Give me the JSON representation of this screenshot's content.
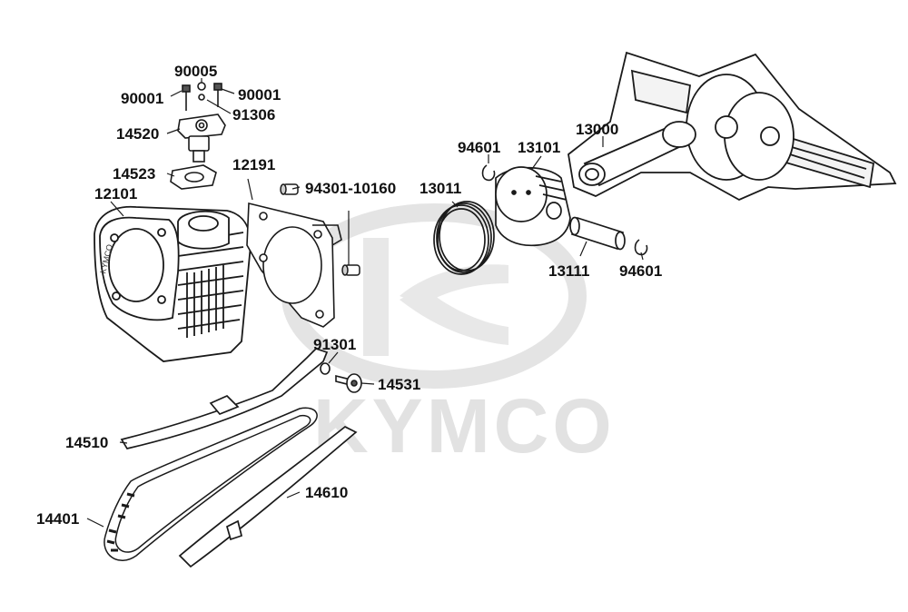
{
  "watermark": {
    "text": "KYMCO",
    "color": "#e2e2e2"
  },
  "ink_color": "#1a1a1a",
  "cylinder_brand": "KYMCO",
  "parts": {
    "p90005": "90005",
    "p90001_left": "90001",
    "p90001_right": "90001",
    "p91306": "91306",
    "p14520": "14520",
    "p14523": "14523",
    "p12191": "12191",
    "p12101": "12101",
    "p94301": "94301-10160",
    "p13011": "13011",
    "p94601_top": "94601",
    "p13101": "13101",
    "p13000": "13000",
    "p13111": "13111",
    "p94601_bottom": "94601",
    "p91301": "91301",
    "p14531": "14531",
    "p14510": "14510",
    "p14610": "14610",
    "p14401": "14401"
  }
}
